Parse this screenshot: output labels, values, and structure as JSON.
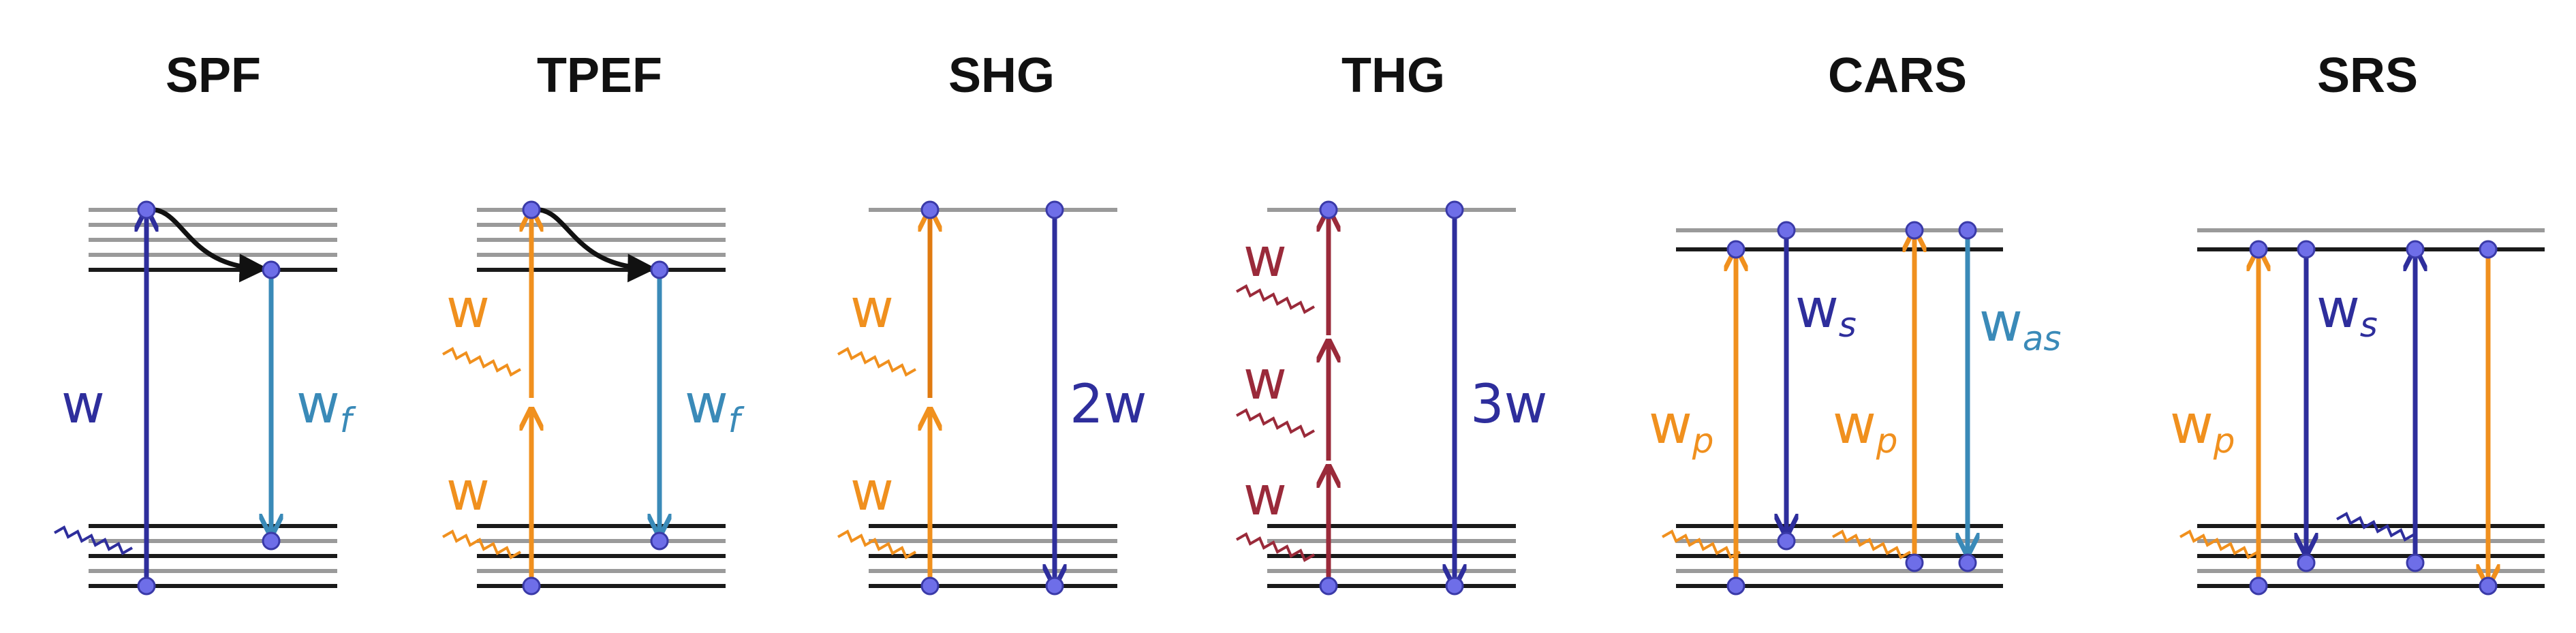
{
  "colors": {
    "level": "#9a9a9a",
    "level_dark": "#1a1a1a",
    "dot": "#6e6ee8",
    "blue": "#2e2e9c",
    "teal": "#3a8ab8",
    "orange": "#f0901e",
    "red": "#9a2a3a",
    "black": "#111111"
  },
  "panels": [
    {
      "title": "SPF",
      "labels": [
        {
          "text": "w",
          "sub": "",
          "color": "blue"
        },
        {
          "text": "w",
          "sub": "f",
          "color": "teal"
        }
      ]
    },
    {
      "title": "TPEF",
      "labels": [
        {
          "text": "w",
          "sub": "",
          "color": "orange"
        },
        {
          "text": "w",
          "sub": "",
          "color": "orange"
        },
        {
          "text": "w",
          "sub": "f",
          "color": "teal"
        }
      ]
    },
    {
      "title": "SHG",
      "labels": [
        {
          "text": "w",
          "sub": "",
          "color": "orange"
        },
        {
          "text": "w",
          "sub": "",
          "color": "orange"
        },
        {
          "text": "2w",
          "sub": "",
          "color": "blue"
        }
      ]
    },
    {
      "title": "THG",
      "labels": [
        {
          "text": "w",
          "sub": "",
          "color": "red"
        },
        {
          "text": "w",
          "sub": "",
          "color": "red"
        },
        {
          "text": "w",
          "sub": "",
          "color": "red"
        },
        {
          "text": "3w",
          "sub": "",
          "color": "blue"
        }
      ]
    },
    {
      "title": "CARS",
      "labels": [
        {
          "text": "w",
          "sub": "p",
          "color": "orange"
        },
        {
          "text": "w",
          "sub": "s",
          "color": "blue"
        },
        {
          "text": "w",
          "sub": "p",
          "color": "orange"
        },
        {
          "text": "w",
          "sub": "as",
          "color": "teal"
        }
      ]
    },
    {
      "title": "SRS",
      "labels": [
        {
          "text": "w",
          "sub": "p",
          "color": "orange"
        },
        {
          "text": "w",
          "sub": "s",
          "color": "blue"
        }
      ]
    }
  ]
}
